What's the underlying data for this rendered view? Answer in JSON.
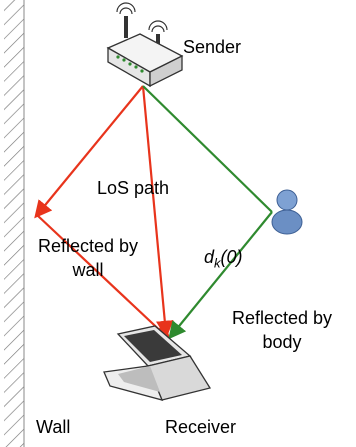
{
  "labels": {
    "sender": "Sender",
    "los_path": "LoS path",
    "reflected_by_wall_line1": "Reflected by",
    "reflected_by_wall_line2": "wall",
    "reflected_by_body_line1": "Reflected by",
    "reflected_by_body_line2": "body",
    "wall": "Wall",
    "receiver": "Receiver",
    "delay_symbol": "d",
    "delay_subscript": "k",
    "delay_argument": "(0)"
  },
  "colors": {
    "wall_path": "#e8341c",
    "los_path": "#e8341c",
    "body_path": "#2f8a2f",
    "person": "#6b8fc4"
  },
  "icons": {
    "sender": "wireless-router-icon",
    "receiver": "laptop-icon",
    "body": "person-icon",
    "wall": "hatched-wall"
  }
}
